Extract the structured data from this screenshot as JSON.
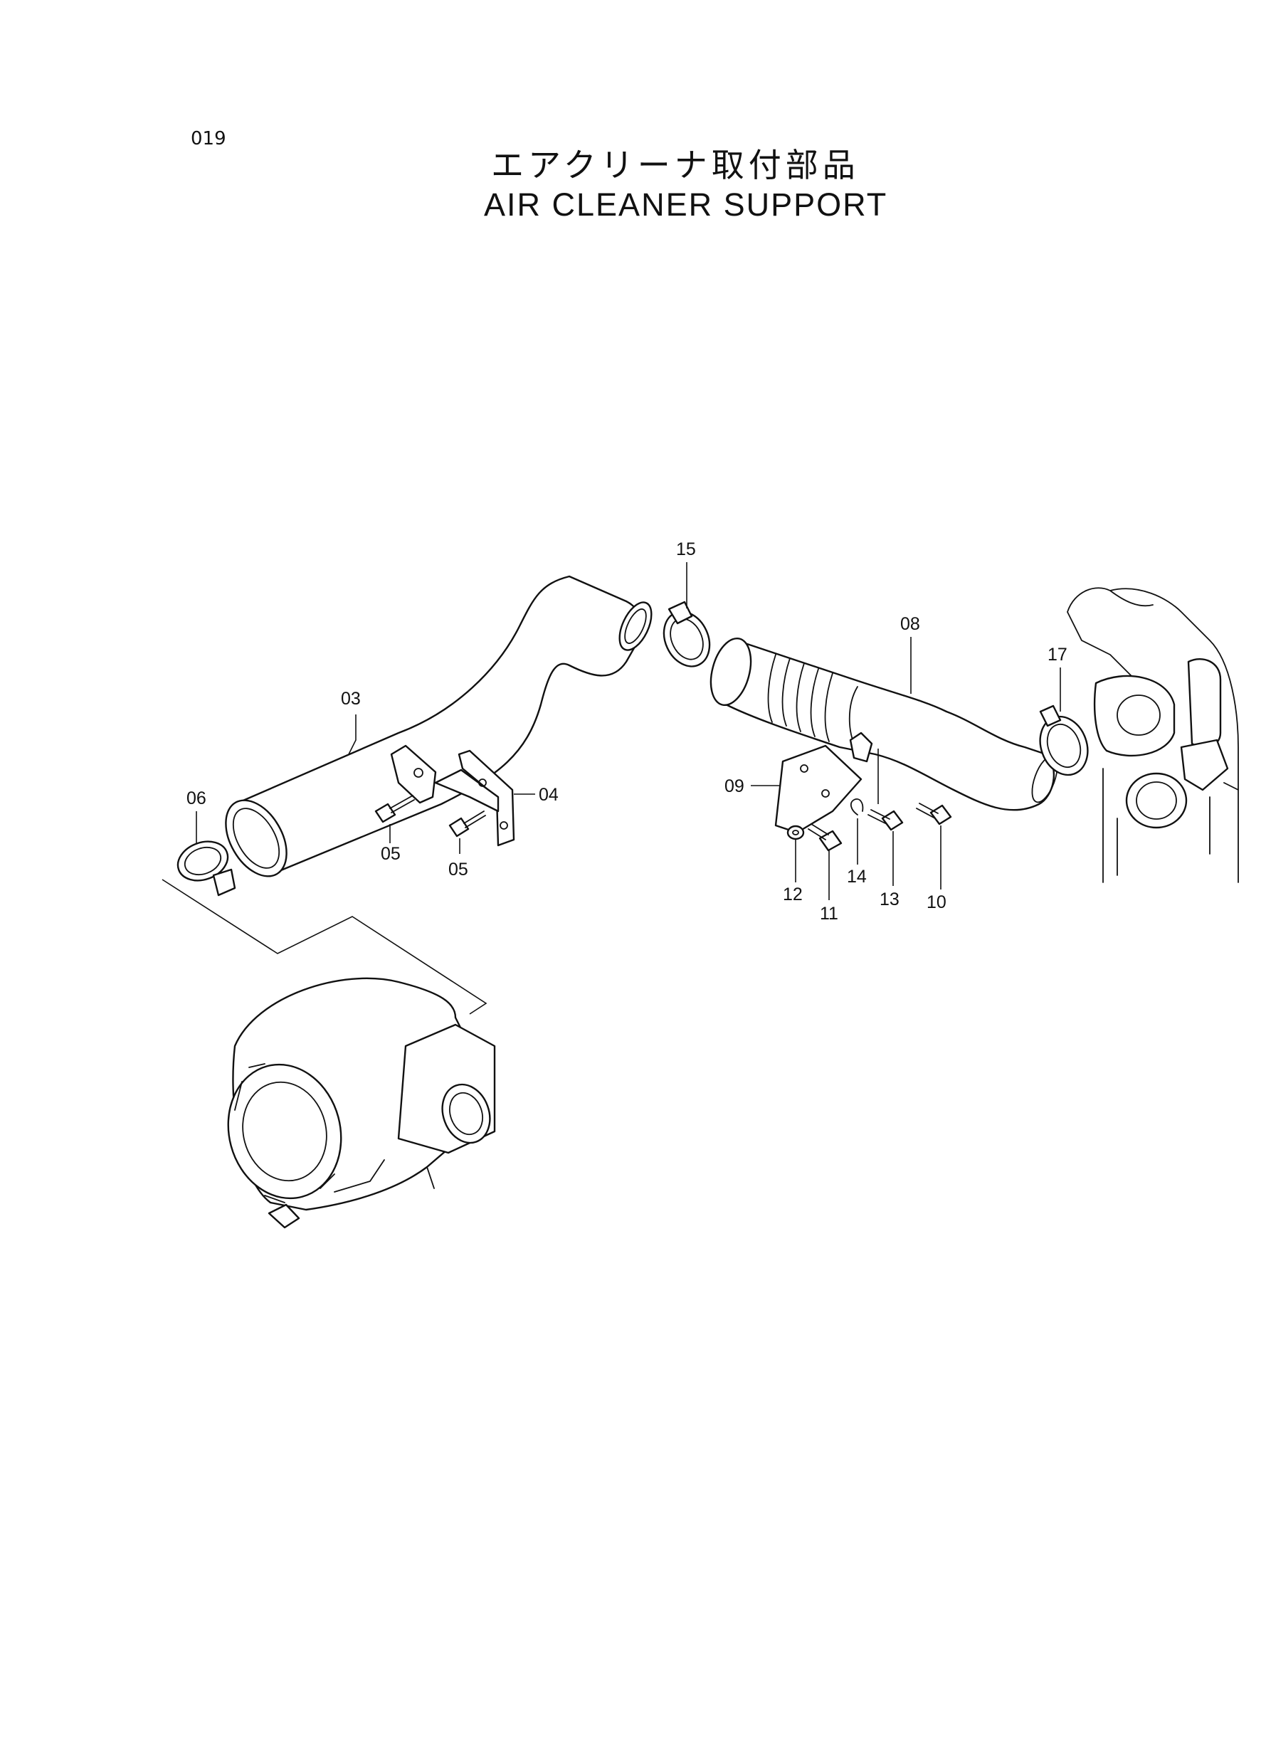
{
  "page": {
    "number": "019"
  },
  "title": {
    "japanese": "エアクリーナ取付部品",
    "english": "AIR CLEANER SUPPORT"
  },
  "callouts": {
    "c03": "03",
    "c04": "04",
    "c05a": "05",
    "c05b": "05",
    "c06": "06",
    "c08": "08",
    "c09": "09",
    "c10": "10",
    "c11": "11",
    "c12": "12",
    "c13": "13",
    "c14": "14",
    "c15": "15",
    "c17": "17"
  }
}
